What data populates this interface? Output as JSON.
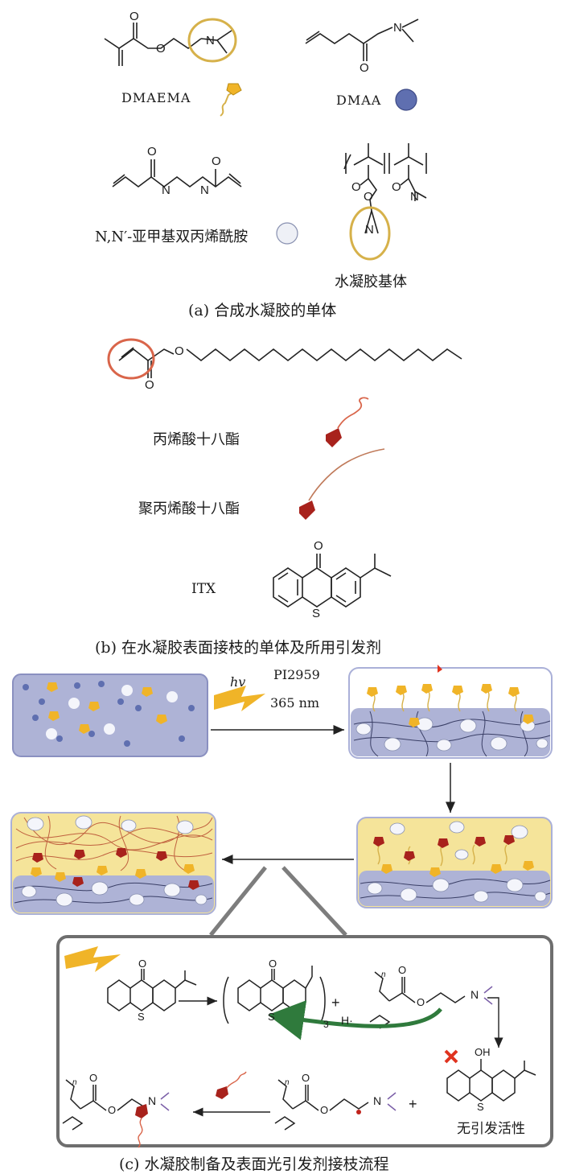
{
  "panel_a": {
    "monomer_1": "DMAEMA",
    "monomer_2": "DMAA",
    "crosslinker": "N,N′-亚甲基双丙烯酰胺",
    "hydrogel_matrix": "水凝胶基体",
    "caption": "(a) 合成水凝胶的单体"
  },
  "panel_b": {
    "monomer": "丙烯酸十八酯",
    "polymer": "聚丙烯酸十八酯",
    "initiator": "ITX",
    "caption": "(b) 在水凝胶表面接枝的单体及所用引发剂"
  },
  "panel_c": {
    "light": "hv",
    "photoinitiator": "PI2959",
    "wavelength": "365 nm",
    "inactive_note": "无引发活性",
    "caption": "(c) 水凝胶制备及表面光引发剂接枝流程"
  },
  "atoms": {
    "O": "O",
    "N": "N",
    "S": "S",
    "OH": "OH",
    "H": "H·",
    "plus": "+",
    "sub3": "3",
    "n": "n"
  },
  "colors": {
    "gold_highlight": "#d6b14a",
    "red_highlight": "#d9654a",
    "dmaa_blue": "#5f6fb0",
    "crosslinker_white": "#eef0f6",
    "hydrogel_panel": "#aeb3d6",
    "hydrophobic_layer": "#f5e49a",
    "arrow_yellow": "#f0b428",
    "grafted_red": "#a8221c",
    "green_arrow": "#2f7a3c",
    "mark_red": "#e0331f"
  }
}
